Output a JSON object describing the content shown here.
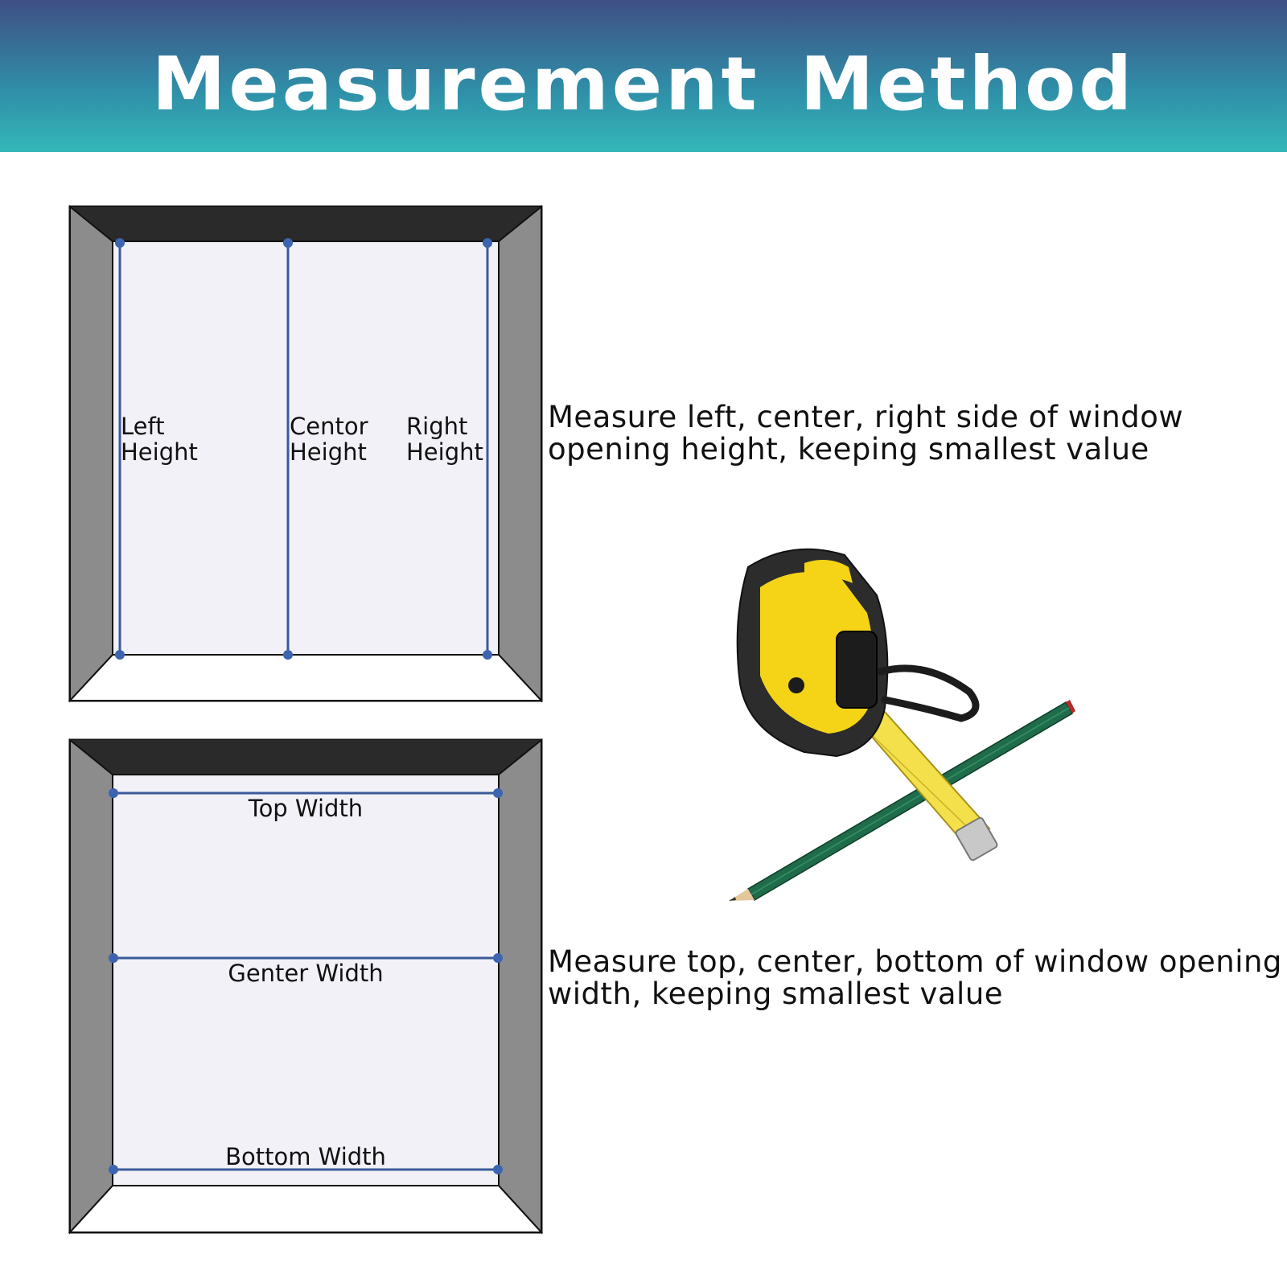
{
  "header": {
    "title": "Measurement Method"
  },
  "height_panel": {
    "labels": {
      "left": "Left\nHeight",
      "center": "Centor\nHeight",
      "right": "Right\nHeight"
    },
    "description": "Measure left, center, right side of window opening height, keeping smallest value"
  },
  "width_panel": {
    "labels": {
      "top": "Top Width",
      "center": "Genter Width",
      "bottom": "Bottom Width"
    },
    "description": "Measure top, center, bottom of window opening width, keeping smallest value"
  },
  "colors": {
    "header_top": "#3f4f85",
    "header_bottom": "#34b7b8",
    "frame_top": "#2a2a2a",
    "frame_side": "#8c8c8c",
    "frame_sill": "#ffffff",
    "glass": "#f2f1f7",
    "measure_line": "#3a5a9a",
    "measure_dot": "#3c64b0"
  },
  "illustration": {
    "icons": [
      "tape-measure-icon",
      "pencil-icon"
    ]
  }
}
